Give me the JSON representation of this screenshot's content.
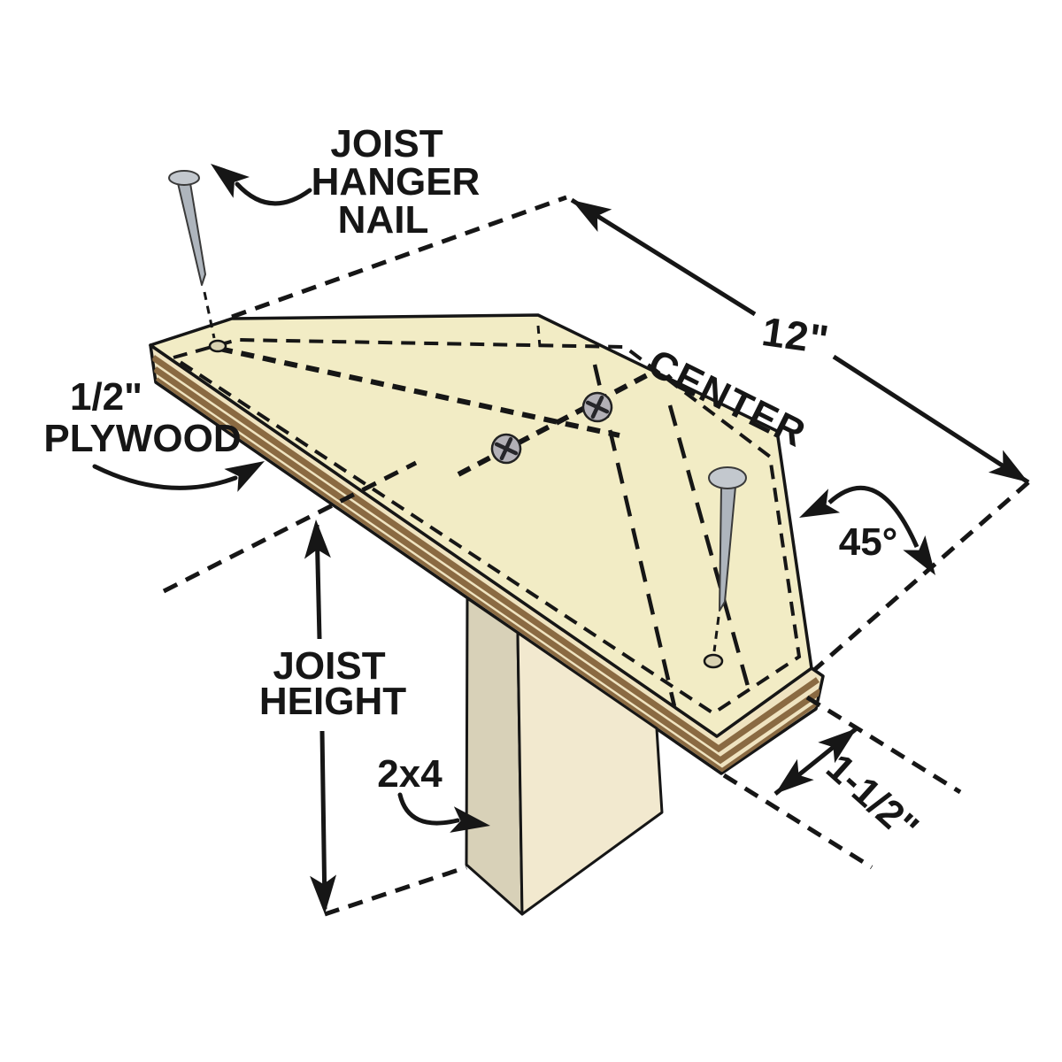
{
  "figure": {
    "subject": "Joist hanger placement jig - exploded technical illustration",
    "background": "#ffffff"
  },
  "labels": {
    "joist_hanger_nail": {
      "lines": [
        "JOIST",
        "HANGER",
        "NAIL"
      ]
    },
    "plywood": {
      "lines": [
        "1/2\"",
        "PLYWOOD"
      ]
    },
    "center": "CENTER",
    "joist_height": {
      "lines": [
        "JOIST",
        "HEIGHT"
      ]
    },
    "post": "2x4"
  },
  "dimensions": {
    "width": "12\"",
    "angle": "45°",
    "edge_offset": "1-1/2\""
  },
  "parts": [
    "plywood-top",
    "plywood-edge-plies",
    "2x4-post",
    "joist-hanger-nail-left",
    "joist-hanger-nail-right",
    "screw-left",
    "screw-right",
    "nail-hole-left",
    "nail-hole-right"
  ],
  "colors": {
    "plywood_top": "#f2ecc5",
    "plywood_edge": "#efe3c0",
    "ply_stripe": "#8a6a42",
    "post_front": "#f2e9cf",
    "post_side": "#d8d1b8",
    "metal": "#b4bac2",
    "metal_head": "#c3c8ce",
    "line": "#161616",
    "background": "#ffffff"
  }
}
